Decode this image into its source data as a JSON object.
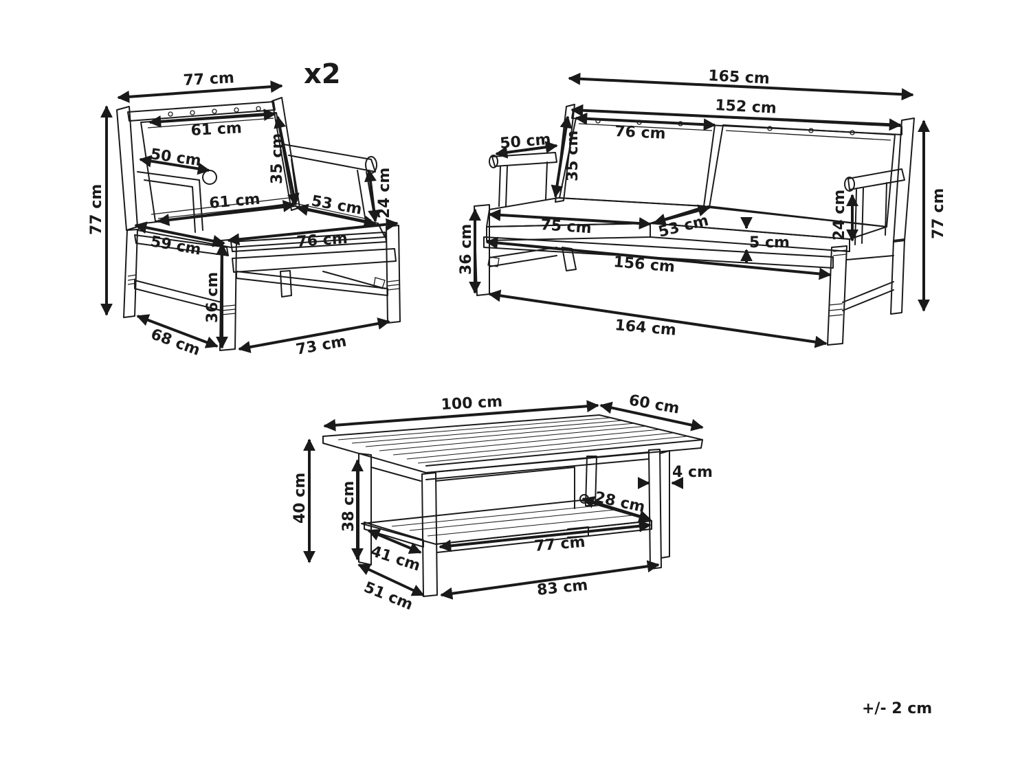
{
  "armchair": {
    "multiplier": "x2",
    "dims": {
      "width_top": "77 cm",
      "back_inner_width": "61 cm",
      "back_height": "35 cm",
      "arm_depth": "50 cm",
      "arm_height": "24 cm",
      "seat_width": "61 cm",
      "seat_depth": "53 cm",
      "seat_frame_depth": "59 cm",
      "seat_frame_width": "76 cm",
      "total_height": "77 cm",
      "seat_height": "36 cm",
      "depth": "68 cm",
      "width_base": "73 cm"
    }
  },
  "sofa": {
    "dims": {
      "width_top": "165 cm",
      "back_inner_width": "152 cm",
      "back_cushion_width": "76 cm",
      "arm_depth": "50 cm",
      "back_height": "35 cm",
      "seat_cushion_width": "75 cm",
      "seat_depth": "53 cm",
      "cushion_thickness": "5 cm",
      "arm_height": "24 cm",
      "seat_frame_width": "156 cm",
      "seat_height": "36 cm",
      "total_height": "77 cm",
      "width_base": "164 cm"
    }
  },
  "table": {
    "dims": {
      "width": "100 cm",
      "depth": "60 cm",
      "height": "40 cm",
      "leg_thickness": "4 cm",
      "shelf_height": "38 cm",
      "shelf_depth": "28 cm",
      "shelf_width": "77 cm",
      "frame_depth": "41 cm",
      "base_depth": "51 cm",
      "base_width": "83 cm"
    }
  },
  "tolerance": "+/- 2 cm"
}
